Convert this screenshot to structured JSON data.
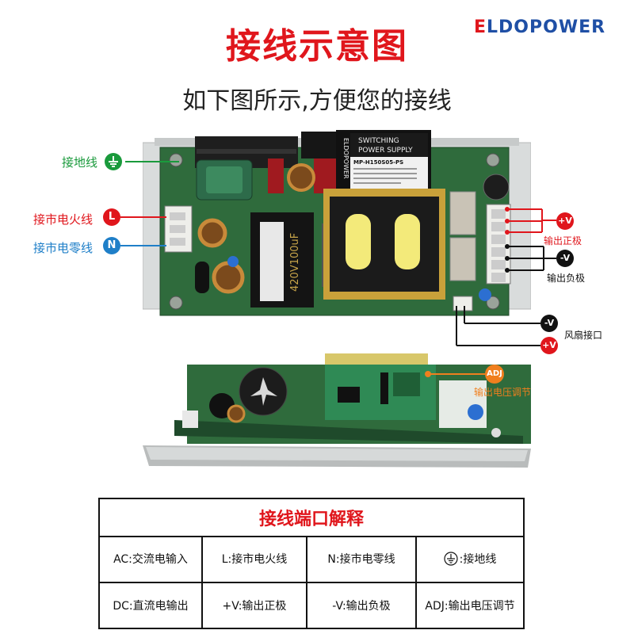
{
  "header": {
    "title": "接线示意图",
    "subtitle": "如下图所示,方便您的接线",
    "logo_first": "E",
    "logo_rest": "LDOPOWER"
  },
  "board": {
    "label_line1": "SWITCHING",
    "label_line2": "POWER SUPPLY",
    "model": "MP-H150S05-PS",
    "brand_vertical": "ELDOPOWER",
    "cap_text": "420V100uF"
  },
  "callouts": {
    "ground": "接地线",
    "live": "接市电火线",
    "live_badge": "L",
    "neutral": "接市电零线",
    "neutral_badge": "N",
    "plus_v": "+V",
    "plus_v_text": "输出正极",
    "minus_v": "-V",
    "minus_v_text": "输出负极",
    "fan_minus": "-V",
    "fan_plus": "+V",
    "fan_text": "风扇接口",
    "adj": "ADJ",
    "adj_text": "输出电压调节"
  },
  "table": {
    "title": "接线端口解释",
    "rows": [
      [
        "AC:交流电输入",
        "L:接市电火线",
        "N:接市电零线",
        ":接地线"
      ],
      [
        "DC:直流电输出",
        "+V:输出正极",
        "-V:输出负极",
        "ADJ:输出电压调节"
      ]
    ]
  },
  "colors": {
    "title_red": "#e0161c",
    "logo_blue": "#1f4fa5",
    "ground_green": "#1a9a3c",
    "neutral_blue": "#1f7fc8",
    "adj_orange": "#f07f1e",
    "pcb_green": "#2f6b3c"
  }
}
